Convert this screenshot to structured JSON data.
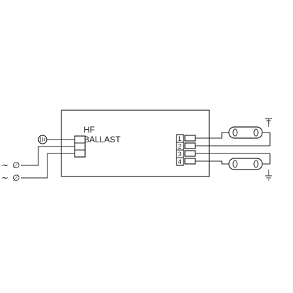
{
  "ballast": {
    "line1": "HF",
    "line2": "BALLAST"
  },
  "terminals": [
    "1",
    "2",
    "3",
    "4"
  ],
  "mains": {
    "symbol_1": "~",
    "symbol_2": "~",
    "connector_1": "∅",
    "connector_2": "∅"
  },
  "icons": [
    "earth-ground-symbol",
    "ground-symbol-top",
    "ground-symbol-bottom",
    "fluorescent-lamp"
  ],
  "colors": {
    "line": "#222222",
    "background": "#ffffff"
  }
}
